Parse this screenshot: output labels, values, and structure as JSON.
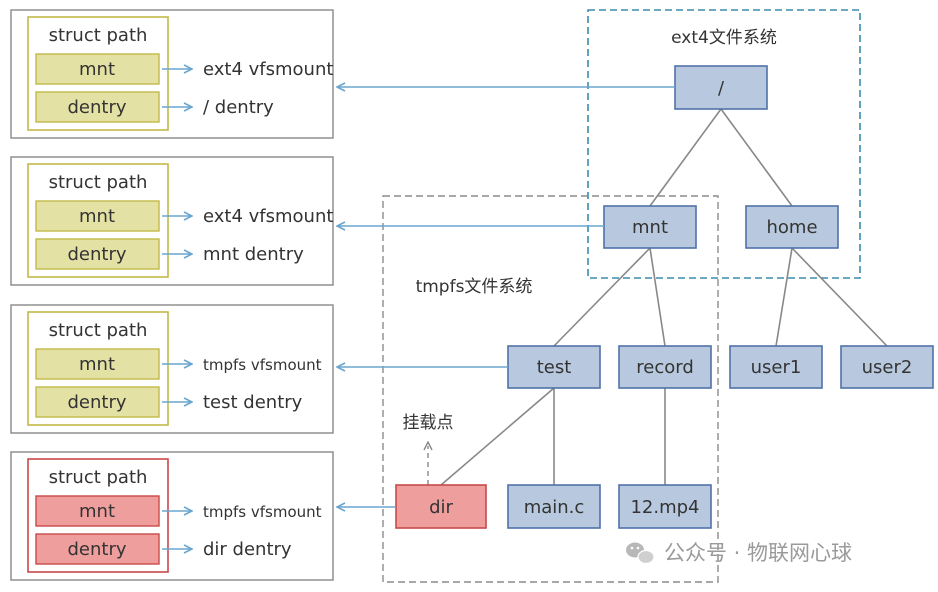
{
  "colors": {
    "node_fill": "#b8c9df",
    "node_stroke": "#4f72a8",
    "path_stroke": "#c2b94a",
    "path_field_fill": "#e4e1a4",
    "red_stroke": "#c94a4a",
    "red_fill": "#ee9e9c",
    "arrow": "#6aa5cf",
    "tree_line": "#888888",
    "ext4_border": "#3a8bb0",
    "tmpfs_border": "#8c8c8c",
    "panel_border": "#888888"
  },
  "path_panels": [
    {
      "title": "struct path",
      "mnt_label": "mnt",
      "dentry_label": "dentry",
      "mnt_target": "ext4 vfsmount",
      "dentry_target": "/ dentry",
      "highlight": false
    },
    {
      "title": "struct path",
      "mnt_label": "mnt",
      "dentry_label": "dentry",
      "mnt_target": "ext4 vfsmount",
      "dentry_target": "mnt dentry",
      "highlight": false
    },
    {
      "title": "struct path",
      "mnt_label": "mnt",
      "dentry_label": "dentry",
      "mnt_target": "tmpfs vfsmount",
      "dentry_target": "test dentry",
      "highlight": false
    },
    {
      "title": "struct path",
      "mnt_label": "mnt",
      "dentry_label": "dentry",
      "mnt_target": "tmpfs vfsmount",
      "dentry_target": "dir dentry",
      "highlight": true
    }
  ],
  "filesystems": {
    "ext4_label": "ext4文件系统",
    "tmpfs_label": "tmpfs文件系统"
  },
  "nodes": {
    "root": "/",
    "mnt": "mnt",
    "home": "home",
    "test": "test",
    "record": "record",
    "user1": "user1",
    "user2": "user2",
    "dir": "dir",
    "mainc": "main.c",
    "mp4": "12.mp4"
  },
  "mount_point_label": "挂载点",
  "watermark": {
    "icon": "wechat-icon",
    "text": "公众号 · 物联网心球"
  }
}
